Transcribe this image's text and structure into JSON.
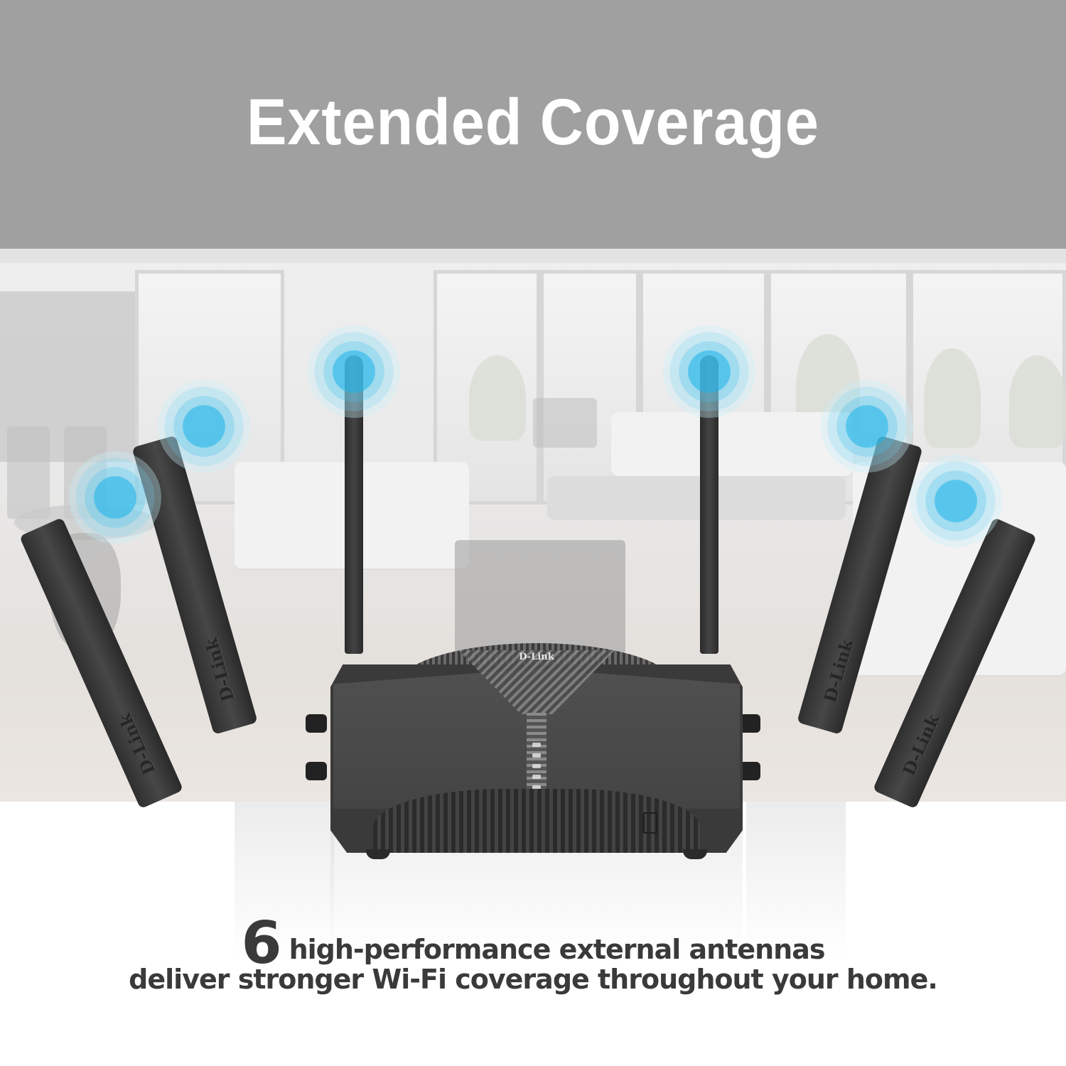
{
  "header": {
    "title": "Extended Coverage",
    "background": "#a0a0a0",
    "text_color": "#ffffff"
  },
  "product": {
    "brand_logo": "D-Link",
    "antenna_brand": "D-Link",
    "antenna_count": 6,
    "signal_color": "#3dbeeb"
  },
  "caption": {
    "number": "6",
    "line1": "high-performance external antennas",
    "line2": "deliver stronger Wi-Fi coverage throughout your home.",
    "text_color": "#3a3a3a"
  }
}
